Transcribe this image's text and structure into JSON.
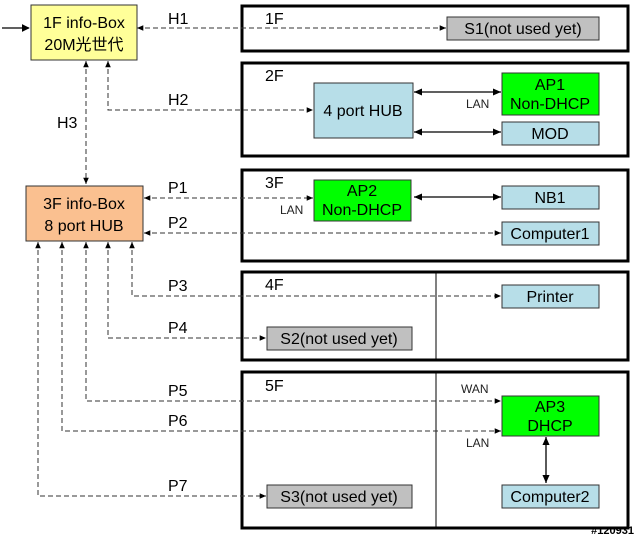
{
  "colors": {
    "info_box_1f": "#ffff99",
    "info_box_3f": "#fac090",
    "light_blue": "#b7dee8",
    "ap_green": "#00ff00",
    "unused_gray": "#c0c0c0"
  },
  "floors": [
    {
      "id": "1F",
      "label": "1F"
    },
    {
      "id": "2F",
      "label": "2F"
    },
    {
      "id": "3F",
      "label": "3F"
    },
    {
      "id": "4F",
      "label": "4F"
    },
    {
      "id": "5F",
      "label": "5F"
    }
  ],
  "nodes": {
    "info1": [
      "1F info-Box",
      "20M光世代"
    ],
    "info3": [
      "3F info-Box",
      "8 port HUB"
    ],
    "s1": [
      "S1(not used yet)"
    ],
    "hub4": [
      "4 port HUB"
    ],
    "ap1": [
      "AP1",
      "Non-DHCP"
    ],
    "mod": [
      "MOD"
    ],
    "ap2": [
      "AP2",
      "Non-DHCP"
    ],
    "nb1": [
      "NB1"
    ],
    "computer1": [
      "Computer1"
    ],
    "printer": [
      "Printer"
    ],
    "s2": [
      "S2(not used yet)"
    ],
    "ap3": [
      "AP3",
      "DHCP"
    ],
    "s3": [
      "S3(not used yet)"
    ],
    "computer2": [
      "Computer2"
    ]
  },
  "links": {
    "H1": "H1",
    "H2": "H2",
    "H3": "H3",
    "P1": "P1",
    "P2": "P2",
    "P3": "P3",
    "P4": "P4",
    "P5": "P5",
    "P6": "P6",
    "P7": "P7"
  },
  "port_labels": {
    "lan_ap1": "LAN",
    "lan_ap2": "LAN",
    "wan_ap3": "WAN",
    "lan_ap3": "LAN"
  },
  "watermark": "#120931"
}
